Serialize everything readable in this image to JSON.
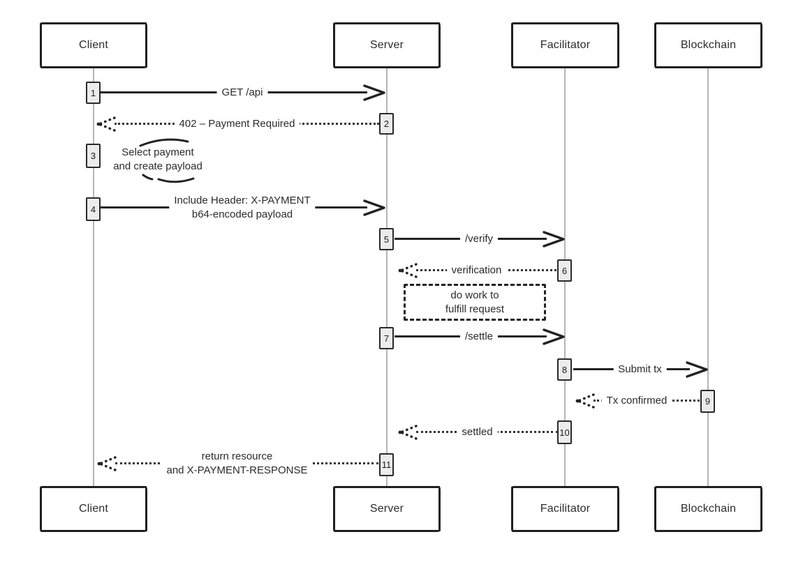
{
  "actors": [
    {
      "id": "client",
      "label": "Client"
    },
    {
      "id": "server",
      "label": "Server"
    },
    {
      "id": "facilitator",
      "label": "Facilitator"
    },
    {
      "id": "blockchain",
      "label": "Blockchain"
    }
  ],
  "messages": [
    {
      "n": "1",
      "label": "GET /api",
      "type": "solid",
      "from": "client",
      "to": "server"
    },
    {
      "n": "2",
      "label": "402 – Payment Required",
      "type": "dotted",
      "from": "server",
      "to": "client"
    },
    {
      "n": "3",
      "label_line1": "Select payment",
      "label_line2": "and create payload",
      "type": "self",
      "actor": "client"
    },
    {
      "n": "4",
      "label_line1": "Include Header: X-PAYMENT",
      "label_line2": "b64-encoded payload",
      "type": "solid",
      "from": "client",
      "to": "server"
    },
    {
      "n": "5",
      "label": "/verify",
      "type": "solid",
      "from": "server",
      "to": "facilitator"
    },
    {
      "n": "6",
      "label": "verification",
      "type": "dotted",
      "from": "facilitator",
      "to": "server"
    },
    {
      "n": "7",
      "label": "/settle",
      "type": "solid",
      "from": "server",
      "to": "facilitator"
    },
    {
      "n": "8",
      "label": "Submit tx",
      "type": "solid",
      "from": "facilitator",
      "to": "blockchain"
    },
    {
      "n": "9",
      "label": "Tx confirmed",
      "type": "dotted",
      "from": "blockchain",
      "to": "facilitator"
    },
    {
      "n": "10",
      "label": "settled",
      "type": "dotted",
      "from": "facilitator",
      "to": "server"
    },
    {
      "n": "11",
      "label_line1": "return resource",
      "label_line2": "and X-PAYMENT-RESPONSE",
      "type": "dotted",
      "from": "server",
      "to": "client"
    }
  ],
  "note": {
    "line1": "do work to",
    "line2": "fulfill request"
  },
  "colors": {
    "ink": "#222222",
    "lifeline": "#b5b5b5",
    "activation_fill": "#ececec",
    "background": "#ffffff"
  }
}
